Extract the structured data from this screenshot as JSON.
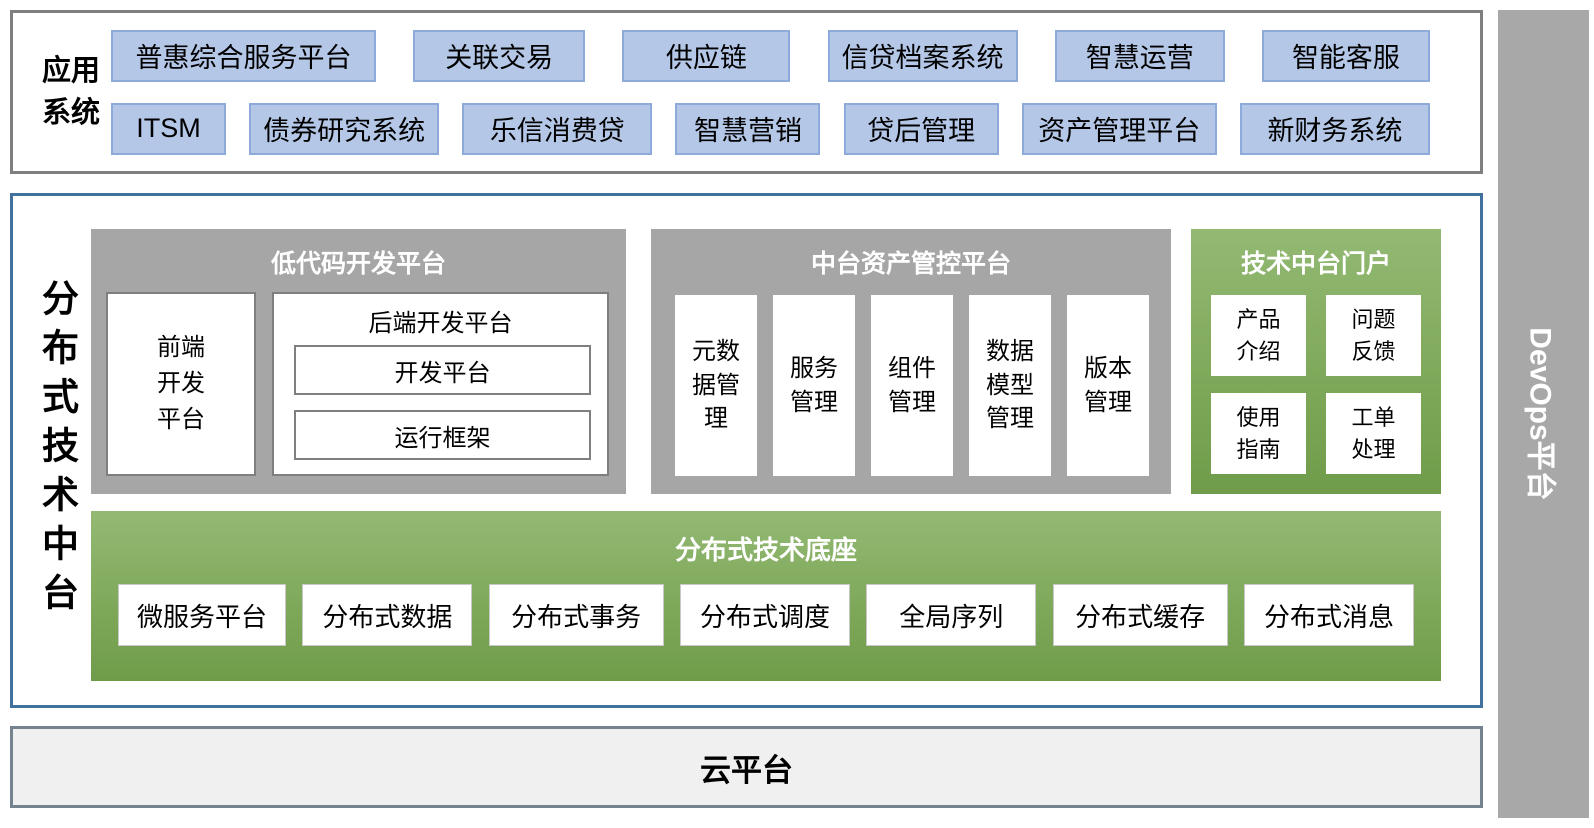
{
  "colors": {
    "app_box_fill": "#b4c7e7",
    "app_box_border": "#8eaadb",
    "gray_panel": "#a6a6a6",
    "green_panel": "#7fa95a",
    "top_border": "#7f7f7f",
    "mid_border": "#41719c",
    "cloud_fill": "#f0f0f1",
    "cloud_border": "#75828f"
  },
  "app_systems": {
    "label": "应用\n系统",
    "row1": [
      "普惠综合服务平台",
      "关联交易",
      "供应链",
      "信贷档案系统",
      "智慧运营",
      "智能客服"
    ],
    "row2": [
      "ITSM",
      "债券研究系统",
      "乐信消费贷",
      "智慧营销",
      "贷后管理",
      "资产管理平台",
      "新财务系统"
    ]
  },
  "platform": {
    "side_label": "分布式技术中台",
    "low_code": {
      "title": "低代码开发平台",
      "frontend_label": "前端\n开发\n平台",
      "backend_title": "后端开发平台",
      "backend_items": [
        "开发平台",
        "运行框架"
      ]
    },
    "asset": {
      "title": "中台资产管控平台",
      "items": [
        "元数\n据管\n理",
        "服务\n管理",
        "组件\n管理",
        "数据\n模型\n管理",
        "版本\n管理"
      ]
    },
    "portal": {
      "title": "技术中台门户",
      "items": [
        "产品\n介绍",
        "问题\n反馈",
        "使用\n指南",
        "工单\n处理"
      ]
    },
    "base": {
      "title": "分布式技术底座",
      "items": [
        "微服务平台",
        "分布式数据",
        "分布式事务",
        "分布式调度",
        "全局序列",
        "分布式缓存",
        "分布式消息"
      ]
    }
  },
  "cloud": {
    "label": "云平台"
  },
  "devops": {
    "label": "DevOps平台"
  }
}
